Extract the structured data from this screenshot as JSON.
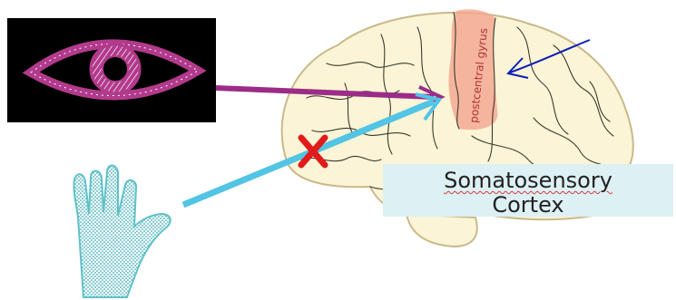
{
  "gyrus_label": "postcentral gyrus",
  "cortex_label": {
    "line1": "Somatosensory",
    "line2": "Cortex"
  },
  "colors": {
    "eye_panel_bg": "#000000",
    "eye": "#b23a8c",
    "eye_arrow": "#9b2c88",
    "touch_arrow": "#52c4e4",
    "pointer_arrow": "#0b1fb8",
    "block_mark": "#e01b1b",
    "brain": "#fbf4d6",
    "gyrus_highlight": "#f4a58f",
    "hand": "#5fc1c9",
    "label_box": "#ddf0f4"
  },
  "icons": [
    "eye-icon",
    "hand-icon",
    "brain-illustration",
    "cross-icon"
  ]
}
